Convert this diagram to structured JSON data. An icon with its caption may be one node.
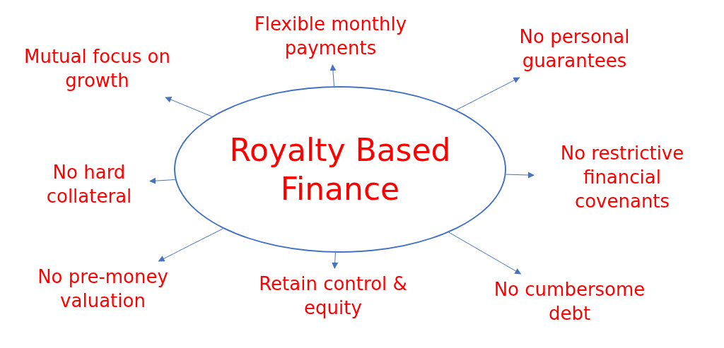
{
  "diagram": {
    "nodes": [
      {
        "text": [
          "Royalty Based Finance"
        ]
      },
      {
        "text": [
          "Flexible monthly payments"
        ]
      },
      {
        "text": [
          "No personal guarantees"
        ]
      },
      {
        "text": [
          "No restrictive financial covenants"
        ]
      },
      {
        "text": [
          "No cumbersome debt"
        ]
      },
      {
        "text": [
          "Retain control & equity"
        ]
      },
      {
        "text": [
          "No pre-money valuation"
        ]
      },
      {
        "text": [
          "No hard collateral"
        ]
      },
      {
        "text": [
          "Mutual focus on growth"
        ]
      }
    ],
    "edges": [
      {
        "from": 0,
        "to": 1,
        "arrow": "to"
      },
      {
        "from": 0,
        "to": 2,
        "arrow": "to"
      },
      {
        "from": 0,
        "to": 3,
        "arrow": "to"
      },
      {
        "from": 0,
        "to": 4,
        "arrow": "to"
      },
      {
        "from": 0,
        "to": 5,
        "arrow": "to"
      },
      {
        "from": 0,
        "to": 6,
        "arrow": "to"
      },
      {
        "from": 0,
        "to": 7,
        "arrow": "to"
      },
      {
        "from": 0,
        "to": 8,
        "arrow": "to"
      }
    ]
  }
}
